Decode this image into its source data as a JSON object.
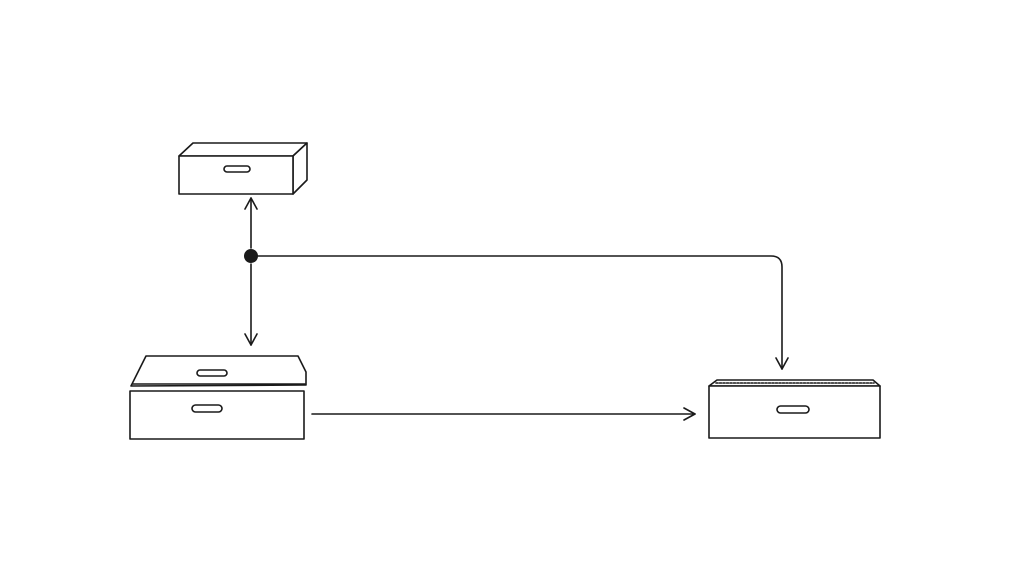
{
  "colors": {
    "background": "#ffffff",
    "ink": "#1a1a1a"
  },
  "nodes": [
    {
      "name": "top-drawer-box",
      "icon": "drawer-box-icon"
    },
    {
      "name": "bottom-left-chest",
      "icon": "chest-icon"
    },
    {
      "name": "right-open-tray",
      "icon": "open-tray-icon"
    }
  ],
  "junction": {
    "name": "junction-dot"
  },
  "connections": [
    {
      "from": "junction-dot",
      "to": "top-drawer-box",
      "style": "arrow"
    },
    {
      "from": "junction-dot",
      "to": "bottom-left-chest",
      "style": "arrow"
    },
    {
      "from": "junction-dot",
      "to": "right-open-tray",
      "style": "arrow"
    },
    {
      "from": "bottom-left-chest",
      "to": "right-open-tray",
      "style": "arrow"
    }
  ]
}
